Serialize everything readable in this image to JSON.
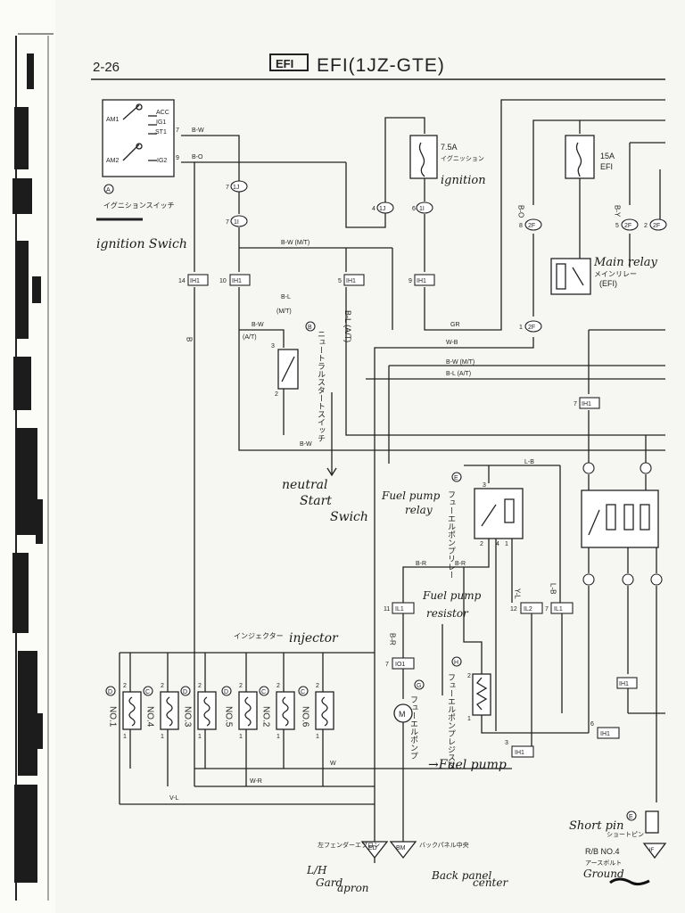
{
  "header": {
    "page_number": "2-26",
    "badge": "EFI",
    "title": "EFI(1JZ-GTE)"
  },
  "ignition_switch": {
    "ref": "A",
    "jp_name": "イグニションスイッチ",
    "note": "ignition Swich",
    "terminals": [
      "AM1",
      "ACC",
      "IG1",
      "ST1",
      "AM2",
      "IG2"
    ],
    "pins": [
      "7",
      "9"
    ]
  },
  "fuse_ignition": {
    "rating": "7.5A",
    "jp_name": "イグニッション",
    "note": "ignition"
  },
  "fuse_efi": {
    "rating": "15A",
    "name": "EFI"
  },
  "main_relay": {
    "jp_name": "メインリレー",
    "name": "(EFI)",
    "note": "Main relay"
  },
  "neutral_switch": {
    "ref": "B",
    "jp_name": "ニュートラルスタートスイッチ",
    "note_lines": [
      "neutral",
      "Start",
      "Swich"
    ],
    "pins": [
      "3",
      "2"
    ]
  },
  "fuel_pump_relay": {
    "ref": "E",
    "jp_name": "フューエルポンプリレー",
    "note_lines": [
      "Fuel pump",
      "relay"
    ]
  },
  "fuel_pump_resistor": {
    "ref": "H",
    "jp_name": "フューエルポンプレジスタ",
    "note_lines": [
      "Fuel pump",
      "resistor"
    ]
  },
  "fuel_pump": {
    "ref": "G",
    "jp_name": "フューエルポンプ",
    "note": "→Fuel pump",
    "symbol": "M"
  },
  "injector": {
    "jp_name": "インジェクター",
    "note": "injector"
  },
  "injectors": [
    {
      "ref": "D",
      "name": "NO.1"
    },
    {
      "ref": "C",
      "name": "NO.4"
    },
    {
      "ref": "D",
      "name": "NO.3"
    },
    {
      "ref": "D",
      "name": "NO.5"
    },
    {
      "ref": "C",
      "name": "NO.2"
    },
    {
      "ref": "C",
      "name": "NO.6"
    }
  ],
  "connectors": [
    "1J",
    "1I",
    "1J",
    "1I",
    "IH1",
    "IH1",
    "IH1",
    "IH1",
    "2F",
    "2F",
    "2F",
    "2F",
    "IL1",
    "IL2",
    "IL1",
    "IO1",
    "IH1",
    "IH1",
    "IH1"
  ],
  "wire_labels": [
    "B-W",
    "B-O",
    "B-W (M/T)",
    "B-L",
    "(M/T)",
    "B-W",
    "(A/T)",
    "B-L (A/T)",
    "GR",
    "W-B",
    "B-W (M/T)",
    "B-L (A/T)",
    "B-W",
    "B-R",
    "B-R",
    "L-B",
    "Y-L",
    "L-B",
    "B-R",
    "W-R",
    "V-L",
    "W",
    "B",
    "B-O",
    "B-Y"
  ],
  "grounds": [
    {
      "code": "ED",
      "jp_name": "左フェンダーエプロン",
      "note_lines": [
        "L/H",
        "Gard",
        "apron"
      ]
    },
    {
      "code": "BM",
      "jp_name": "バックパネル中央",
      "note_lines": [
        "Back panel",
        "center"
      ]
    }
  ],
  "short_pin": {
    "ref": "E",
    "jp_name": "ショートピン",
    "note": "Short pin"
  },
  "rb_ground": {
    "name": "R/B NO.4",
    "jp_name": "アースボルト",
    "note": "Ground",
    "code": "IF"
  },
  "colors": {
    "ink": "#222222",
    "paper": "#f6f6f3"
  }
}
